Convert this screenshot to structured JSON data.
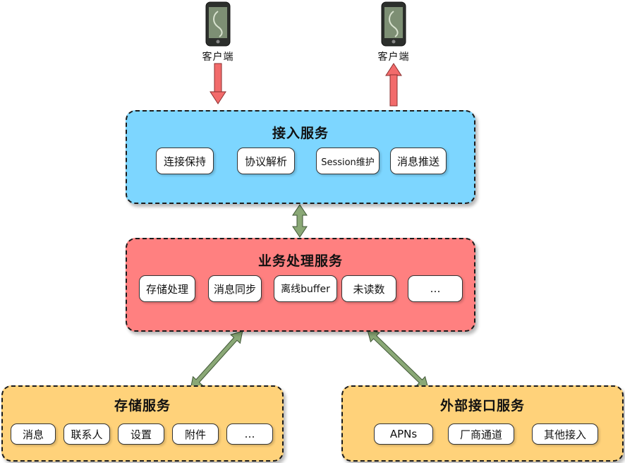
{
  "clients": [
    {
      "label": "客户端"
    },
    {
      "label": "客户端"
    }
  ],
  "access": {
    "title": "接入服务",
    "color": "#7dd6ff",
    "items": [
      "连接保持",
      "协议解析",
      "Session维护",
      "消息推送"
    ]
  },
  "business": {
    "title": "业务处理服务",
    "color": "#ff8080",
    "items": [
      "存储处理",
      "消息同步",
      "离线buffer",
      "未读数",
      "…"
    ]
  },
  "storage": {
    "title": "存储服务",
    "color": "#ffd27a",
    "items": [
      "消息",
      "联系人",
      "设置",
      "附件",
      "…"
    ]
  },
  "external": {
    "title": "外部接口服务",
    "color": "#ffd27a",
    "items": [
      "APNs",
      "厂商通道",
      "其他接入"
    ]
  },
  "arrows": {
    "client_arrow_color": "#f26b6b",
    "link_arrow_color": "#8aa876"
  },
  "icons": {
    "client": "phone-icon"
  }
}
